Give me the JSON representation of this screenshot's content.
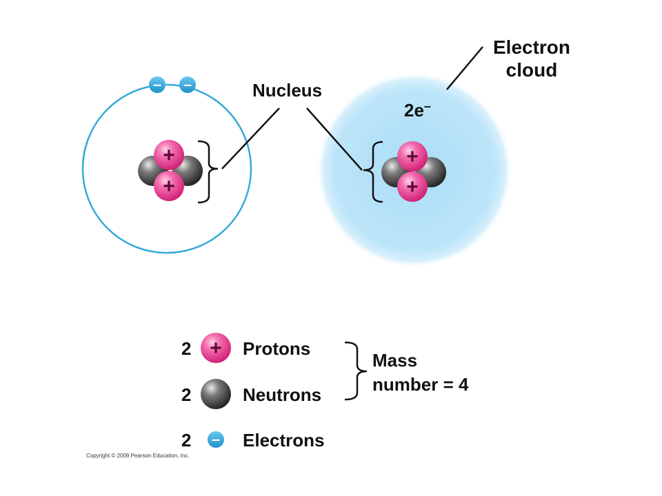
{
  "labels": {
    "nucleus": "Nucleus",
    "electron_cloud_line1": "Electron",
    "electron_cloud_line2": "cloud",
    "electron_count": "2e",
    "electron_count_sup": "–"
  },
  "particle_symbols": {
    "proton": "+",
    "electron": "–"
  },
  "legend": [
    {
      "count": "2",
      "particle": "proton",
      "label": "Protons"
    },
    {
      "count": "2",
      "particle": "neutron",
      "label": "Neutrons"
    },
    {
      "count": "2",
      "particle": "electron",
      "label": "Electrons"
    }
  ],
  "mass_number": {
    "line1": "Mass",
    "line2": "number = 4"
  },
  "copyright": "Copyright © 2009 Pearson Education, Inc.",
  "colors": {
    "orbit": "#35a9d9",
    "electron": "#2aa6dc",
    "proton": "#e8358a",
    "neutron": "#3a3a3a",
    "cloud": "#bfe6fa"
  }
}
